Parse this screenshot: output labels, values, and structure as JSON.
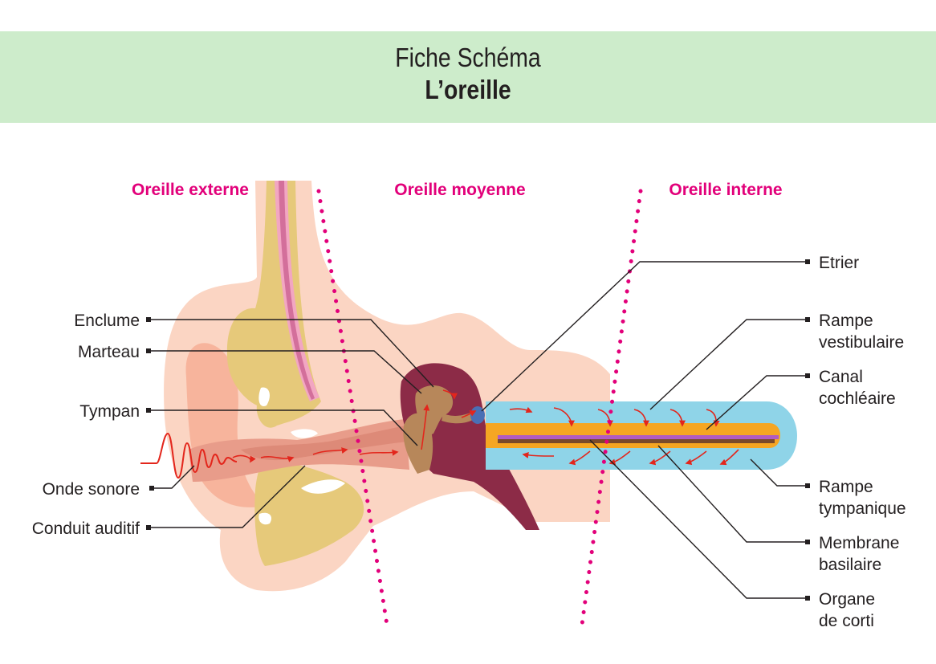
{
  "title": {
    "line1": "Fiche Schéma",
    "line2": "L’oreille"
  },
  "colors": {
    "header_band": "#cdeccb",
    "section_heading": "#e2007a",
    "dotted_divider": "#e2007a",
    "arrow": "#e3261c",
    "skin": "#fbd5c3",
    "cartilage": "#e6c97a",
    "canal": "#e89c8a",
    "middle_ear": "#8c2b47",
    "ossicles": "#b7875a",
    "cochlea_outer": "#8fd4e8",
    "cochlea_inner": "#f5a623"
  },
  "sections": {
    "external": "Oreille externe",
    "middle": "Oreille moyenne",
    "internal": "Oreille interne"
  },
  "labels_left": {
    "enclume": "Enclume",
    "marteau": "Marteau",
    "tympan": "Tympan",
    "onde": "Onde sonore",
    "conduit": "Conduit auditif"
  },
  "labels_right": {
    "etrier": "Etrier",
    "rampe_vest_1": "Rampe",
    "rampe_vest_2": "vestibulaire",
    "canal_1": "Canal",
    "canal_2": "cochléaire",
    "rampe_tymp_1": "Rampe",
    "rampe_tymp_2": "tympanique",
    "membrane_1": "Membrane",
    "membrane_2": "basilaire",
    "organe_1": "Organe",
    "organe_2": "de corti"
  }
}
